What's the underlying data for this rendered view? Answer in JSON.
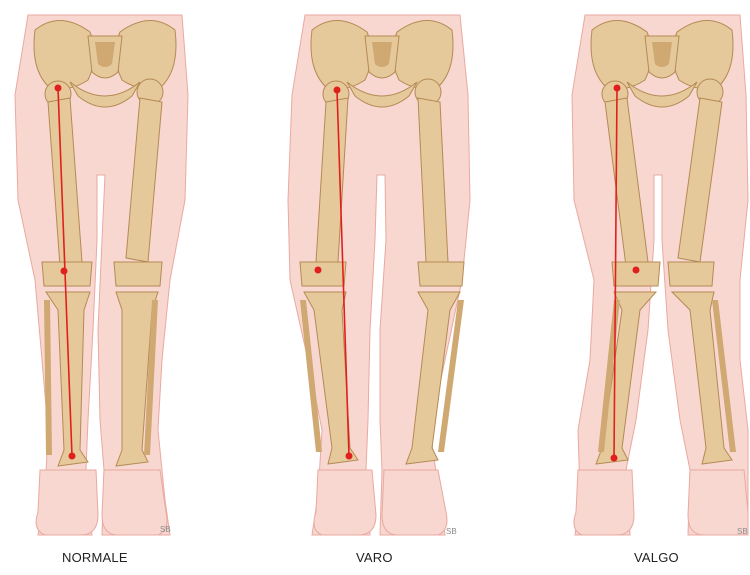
{
  "figure": {
    "panels": [
      {
        "id": "normale",
        "label": "NORMALE",
        "signature": "SB"
      },
      {
        "id": "varo",
        "label": "VARO",
        "signature": "SB"
      },
      {
        "id": "valgo",
        "label": "VALGO",
        "signature": "SB"
      }
    ],
    "colors": {
      "skin": "#f8d7d0",
      "skin_outline": "#e9a9a0",
      "bone": "#e6c99a",
      "bone_outline": "#b48a55",
      "bone_shadow": "#cfa872",
      "axis_line": "#e0201c",
      "axis_point": "#e0201c"
    }
  }
}
